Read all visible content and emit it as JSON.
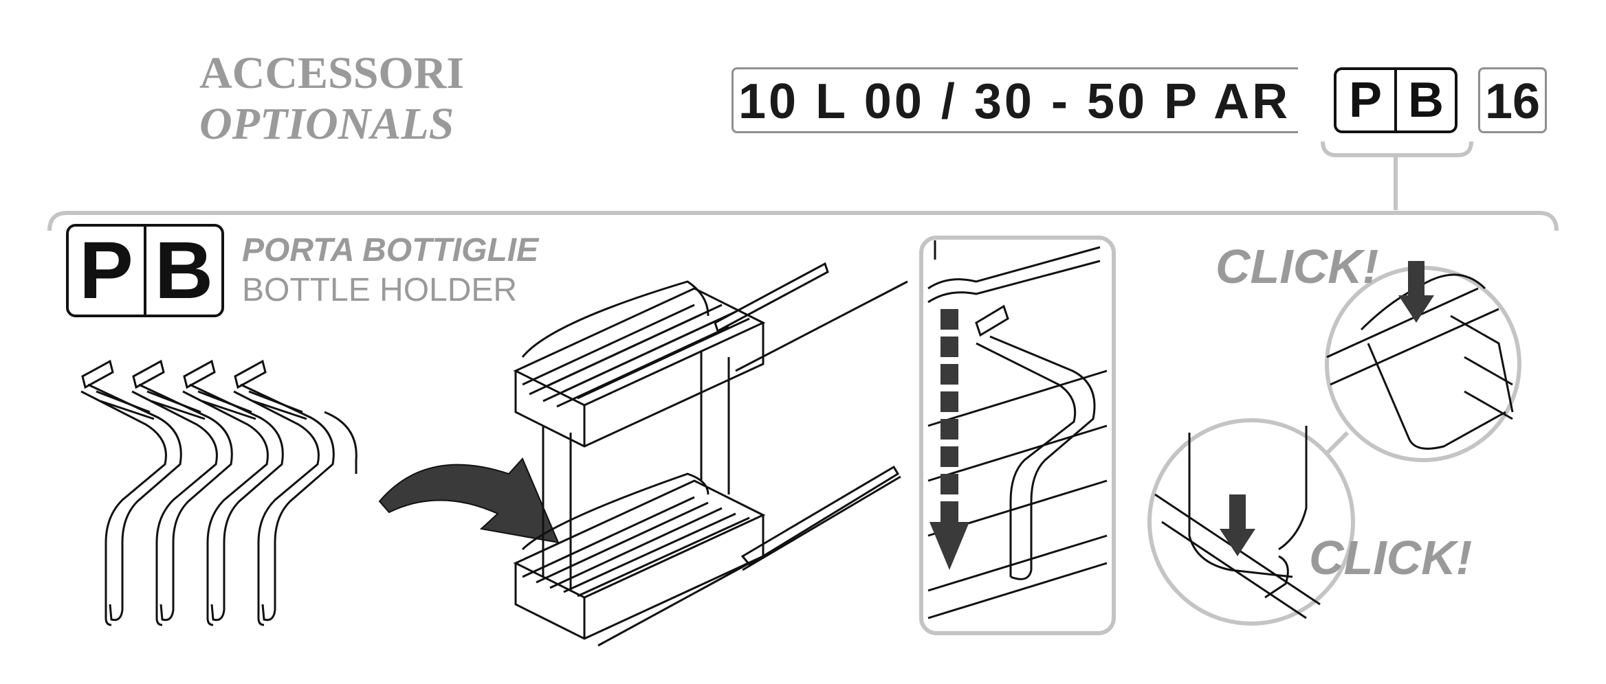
{
  "header": {
    "title": "ACCESSORI",
    "subtitle": "OPTIONALS"
  },
  "product_code": {
    "main": "10 L 00 / 30 - 50 P AR",
    "highlight_1": "P",
    "highlight_2": "B",
    "suffix": "16"
  },
  "option": {
    "badge_1": "P",
    "badge_2": "B",
    "name_it": "PORTA BOTTIGLIE",
    "name_en": "BOTTLE HOLDER"
  },
  "callouts": {
    "click_top": "CLICK!",
    "click_bottom": "CLICK!"
  },
  "colors": {
    "line": "#111111",
    "accent_gray": "#9a9a9a",
    "frame_gray": "#c4c4c4",
    "arrow_fill": "#3a3a3a"
  }
}
